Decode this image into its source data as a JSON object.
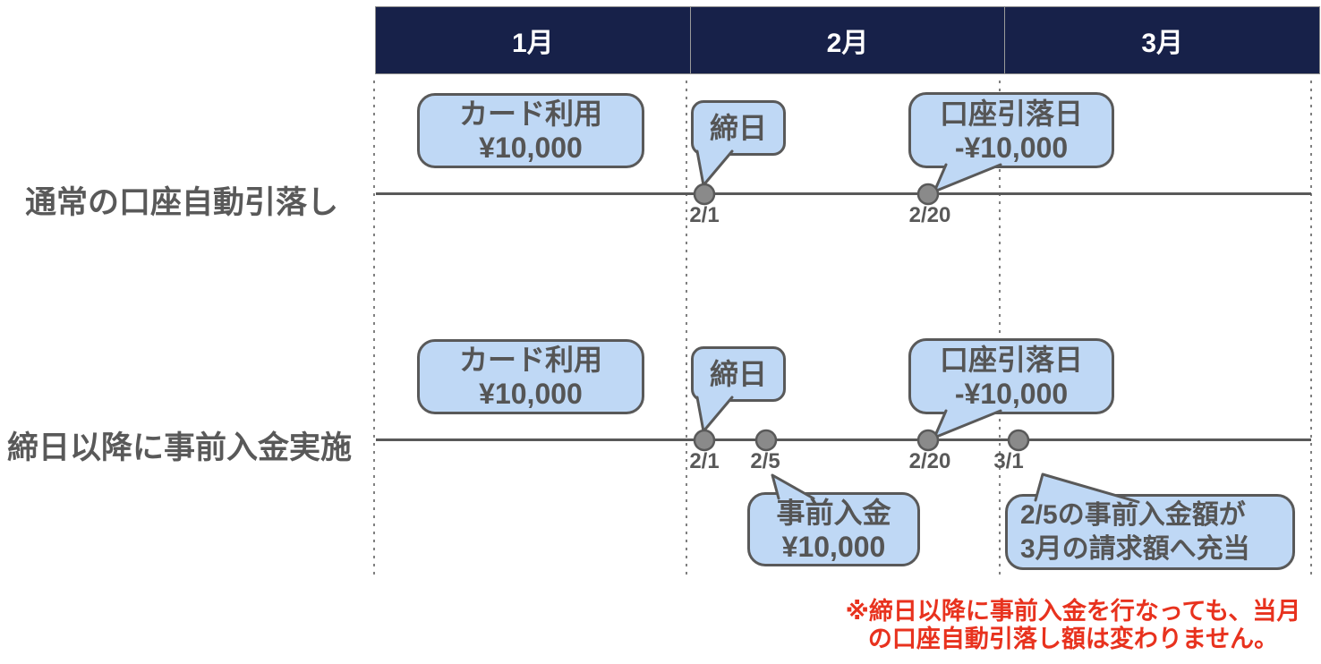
{
  "header": {
    "months": [
      "1月",
      "2月",
      "3月"
    ]
  },
  "rows": [
    {
      "label": "通常の口座自動引落し",
      "card_usage": {
        "title": "カード利用",
        "amount": "¥10,000"
      },
      "closing": {
        "label": "締日"
      },
      "debit": {
        "title": "口座引落日",
        "amount": "-¥10,000"
      },
      "dates": [
        "2/1",
        "2/20"
      ]
    },
    {
      "label": "締日以降に事前入金実施",
      "card_usage": {
        "title": "カード利用",
        "amount": "¥10,000"
      },
      "closing": {
        "label": "締日"
      },
      "debit": {
        "title": "口座引落日",
        "amount": "-¥10,000"
      },
      "advance": {
        "title": "事前入金",
        "amount": "¥10,000"
      },
      "charge_note": {
        "line1": "2/5の事前入金額が",
        "line2": "3月の請求額へ充当"
      },
      "dates": [
        "2/1",
        "2/5",
        "2/20",
        "3/1"
      ]
    }
  ],
  "footnote": {
    "line1": "※締日以降に事前入金を行なっても、当月",
    "line2": "の口座自動引落し額は変わりません。"
  },
  "colors": {
    "header_bg": "#172149",
    "header_text": "#FFFFFF",
    "bubble_fill": "#BFD8F5",
    "outline_and_text": "#595959",
    "dot_fill": "#8A8A8A",
    "footnote_red": "#E8321E"
  }
}
